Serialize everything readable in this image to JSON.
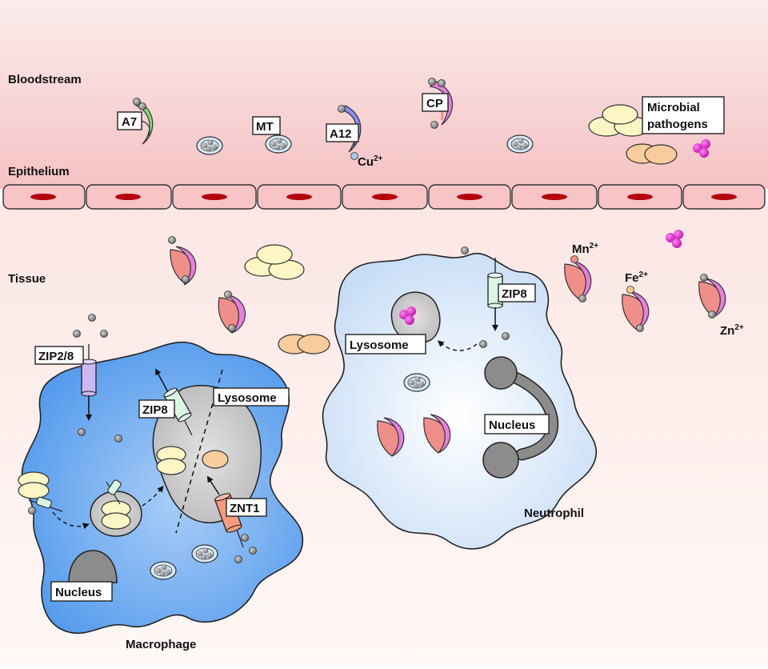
{
  "regions": {
    "bloodstream": "Bloodstream",
    "epithelium": "Epithelium",
    "tissue": "Tissue"
  },
  "proteins": {
    "a7": "A7",
    "mt": "MT",
    "a12": "A12",
    "cp": "CP"
  },
  "microbial": {
    "line1": "Microbial",
    "line2": "pathogens"
  },
  "ions": {
    "cu": {
      "base": "Cu",
      "charge": "2+"
    },
    "mn": {
      "base": "Mn",
      "charge": "2+"
    },
    "fe": {
      "base": "Fe",
      "charge": "2+"
    },
    "zn": {
      "base": "Zn",
      "charge": "2+"
    }
  },
  "macrophage": {
    "name": "Macrophage",
    "nucleus": "Nucleus",
    "lysosome": "Lysosome",
    "zip28": "ZIP2/8",
    "zip8": "ZIP8",
    "znt1": "ZNT1"
  },
  "neutrophil": {
    "name": "Neutrophil",
    "nucleus": "Nucleus",
    "lysosome": "Lysosome",
    "zip8": "ZIP8"
  },
  "colors": {
    "bloodstream_top": "#fbe6e6",
    "bloodstream_bottom": "#f6c5c7",
    "epithelial_cell": "#f8c6c8",
    "epithelial_nucleus": "#b3000c",
    "macrophage": "#5fa3ef",
    "neutrophil": "#d9e9fb",
    "lysosome": "#c8c8c8",
    "nucleus": "#8c8c8c",
    "calprotectin_pink": "#e67fe0",
    "calprotectin_salmon": "#f08f8a",
    "a7_green": "#7fe07a",
    "a12_blue": "#8d8ff0",
    "zip_green": "#d9f5e3",
    "zip_purple": "#ccb9f2",
    "znt1_orange": "#f39a7f",
    "microbe_yellow": "#fbf6c4",
    "microbe_orange": "#f8cc9c",
    "metal_magenta": "#e21fcf",
    "zinc_gray": "#888888"
  }
}
